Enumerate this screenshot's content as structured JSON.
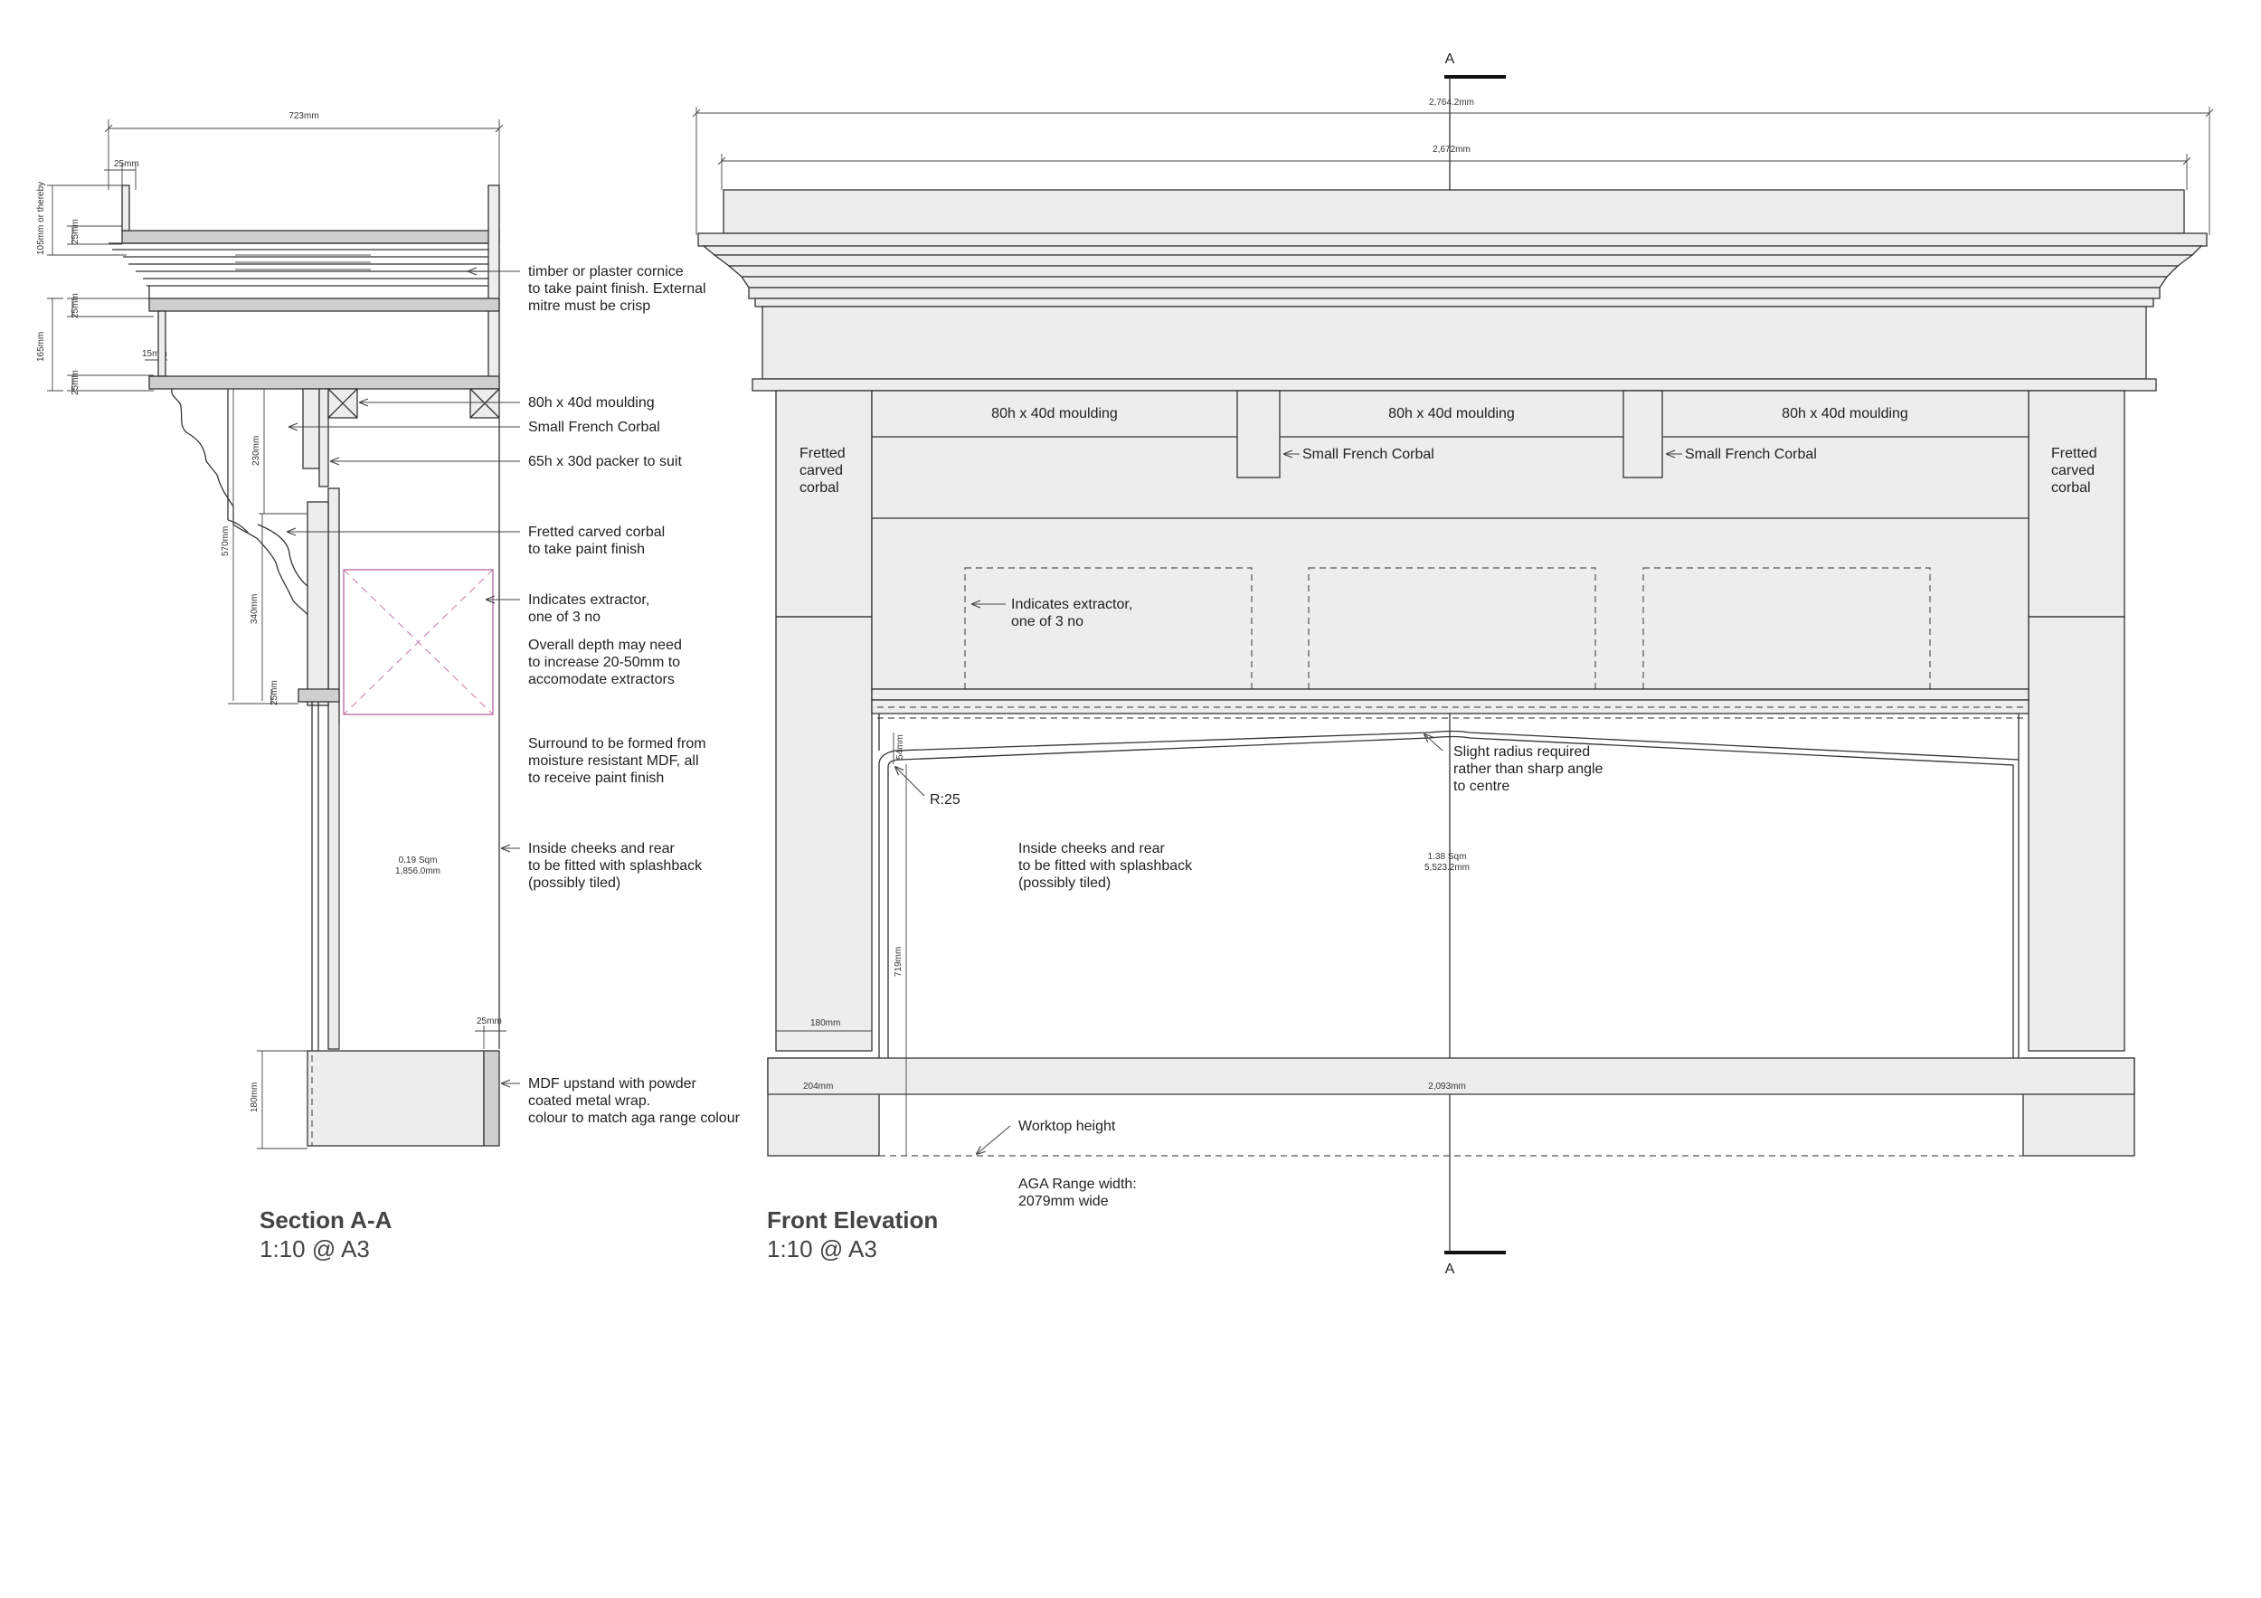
{
  "section": {
    "title": "Section A-A",
    "scale": "1:10 @ A3",
    "notes": {
      "cornice": [
        "timber or plaster cornice",
        "to take paint finish. External",
        "mitre must be crisp"
      ],
      "moulding": "80h x 40d moulding",
      "corbal": "Small French Corbal",
      "packer": "65h x 30d packer to suit",
      "fretted": [
        "Fretted carved corbal",
        "to take paint finish"
      ],
      "extractor": [
        "Indicates extractor,",
        "one of 3 no"
      ],
      "depth": [
        "Overall depth may need",
        "to increase 20-50mm to",
        "accomodate extractors"
      ],
      "surround": [
        "Surround to be formed from",
        "moisture resistant MDF, all",
        "to receive paint finish"
      ],
      "cheeks": [
        "Inside cheeks and rear",
        "to be fitted with splashback",
        "(possibly tiled)"
      ],
      "upstand": [
        "MDF upstand with powder",
        "coated metal wrap.",
        "colour to match aga range colour"
      ]
    },
    "dims": {
      "width": "723mm",
      "top_board": "25mm",
      "cornice_height": "105mm or thereby",
      "board_1": "25mm",
      "board_2": "25mm",
      "frieze": "165mm",
      "board_3": "25mm",
      "board_inner": "15mm",
      "corbal_230": "230mm",
      "corbal_570": "570mm",
      "corbal_340": "340mm",
      "shelf": "25mm",
      "upstand_h": "180mm",
      "upstand_t": "25mm",
      "area": [
        "0.19 Sqm",
        "1,856.0mm"
      ]
    }
  },
  "elevation": {
    "title": "Front Elevation",
    "scale": "1:10 @ A3",
    "section_mark": "A",
    "notes": {
      "moulding": "80h x 40d moulding",
      "corbal": "Small French Corbal",
      "fretted": [
        "Fretted",
        "carved",
        "corbal"
      ],
      "extractor": [
        "Indicates extractor,",
        "one of 3 no"
      ],
      "radius": [
        "Slight radius required",
        "rather than sharp angle",
        "to centre"
      ],
      "r25": "R:25",
      "cheeks": [
        "Inside cheeks and rear",
        "to be fitted with splashback",
        "(possibly tiled)"
      ],
      "worktop": "Worktop height",
      "aga": [
        "AGA Range width:",
        "2079mm wide"
      ]
    },
    "dims": {
      "overall": "2,764.2mm",
      "cornice": "2,672mm",
      "rise": "54mm",
      "opening_h": "719mm",
      "leg_180": "180mm",
      "leg_204": "204mm",
      "opening_w": "2,093mm",
      "area": [
        "1.38 Sqm",
        "5,523.2mm"
      ]
    }
  }
}
